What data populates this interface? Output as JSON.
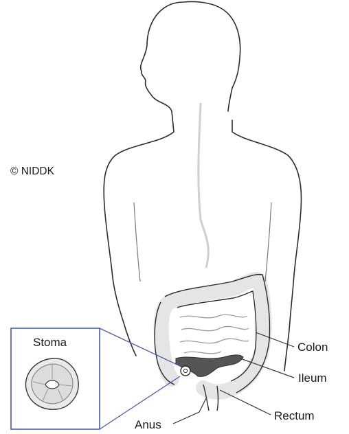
{
  "figure": {
    "copyright": "© NIDDK",
    "inset_title": "Stoma",
    "labels": {
      "colon": "Colon",
      "ileum": "Ileum",
      "rectum": "Rectum",
      "anus": "Anus"
    }
  },
  "colors": {
    "outline": "#2b2b2b",
    "inset_border": "#4a5aa8",
    "leader": "#333333"
  }
}
